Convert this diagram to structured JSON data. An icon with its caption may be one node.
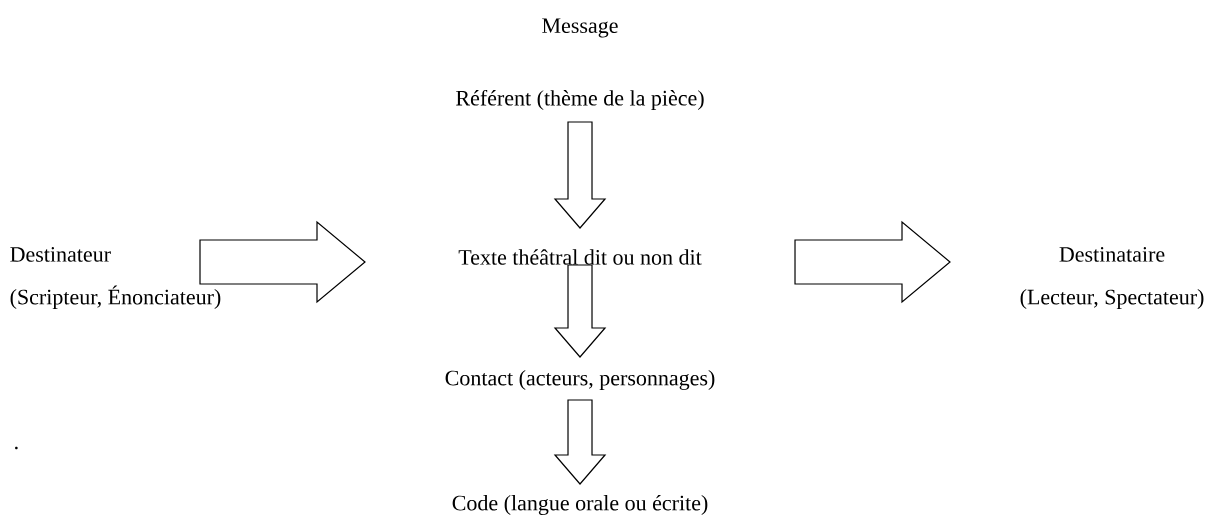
{
  "diagram": {
    "title": "Message",
    "nodes": [
      {
        "text": [
          "Référent (thème de la pièce)"
        ]
      },
      {
        "text": [
          "Destinateur",
          "(Scripteur, Énonciateur)"
        ]
      },
      {
        "text": [
          "Texte théâtral dit ou non dit"
        ]
      },
      {
        "text": [
          "Destinataire",
          "(Lecteur, Spectateur)"
        ]
      },
      {
        "text": [
          "Contact (acteurs, personnages)"
        ]
      },
      {
        "text": [
          "Code (langue orale ou écrite)"
        ]
      }
    ],
    "edges": [
      {
        "from": 0,
        "to": 2,
        "arrow": "to"
      },
      {
        "from": 1,
        "to": 2,
        "arrow": "to"
      },
      {
        "from": 2,
        "to": 3,
        "arrow": "to"
      },
      {
        "from": 2,
        "to": 4,
        "arrow": "to"
      },
      {
        "from": 4,
        "to": 5,
        "arrow": "to"
      }
    ],
    "labels": [
      "."
    ]
  }
}
